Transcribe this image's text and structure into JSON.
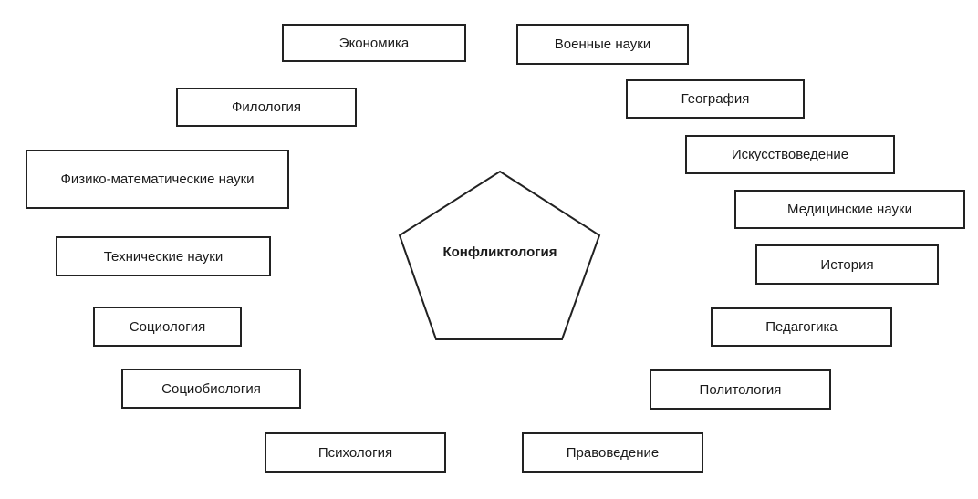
{
  "center": {
    "label": "Конфликтология"
  },
  "left_disciplines": [
    "Экономика",
    "Филология",
    "Физико-математические науки",
    "Технические науки",
    "Социология",
    "Социобиология",
    "Психология"
  ],
  "right_disciplines": [
    "Военные науки",
    "География",
    "Искусствоведение",
    "Медицинские науки",
    "История",
    "Педагогика",
    "Политология",
    "Правоведение"
  ]
}
